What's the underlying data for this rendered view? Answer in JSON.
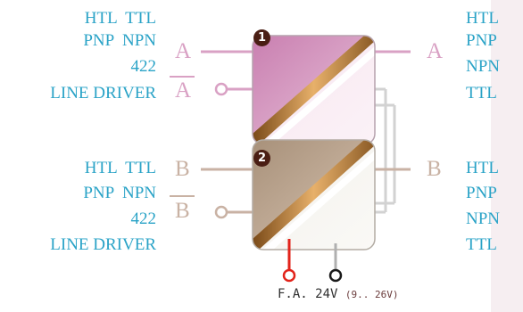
{
  "channel_a": {
    "number": "1",
    "input_lines": [
      "HTL  TTL",
      "PNP  NPN",
      "422",
      "LINE DRIVER"
    ],
    "input_signal": "A",
    "input_signal_inverted": "A",
    "output_signal": "A",
    "output_lines": [
      "HTL",
      "PNP",
      "NPN",
      "TTL"
    ],
    "color": "#d9a1c4"
  },
  "channel_b": {
    "number": "2",
    "input_lines": [
      "HTL  TTL",
      "PNP  NPN",
      "422",
      "LINE DRIVER"
    ],
    "input_signal": "B",
    "input_signal_inverted": "B",
    "output_signal": "B",
    "output_lines": [
      "HTL",
      "PNP",
      "NPN",
      "TTL"
    ],
    "color": "#c9b2a4"
  },
  "power": {
    "label": "F.A. 24V",
    "range": "(9.. 26V)",
    "positive_color": "#e2231a",
    "negative_color": "#1a1a1a"
  }
}
